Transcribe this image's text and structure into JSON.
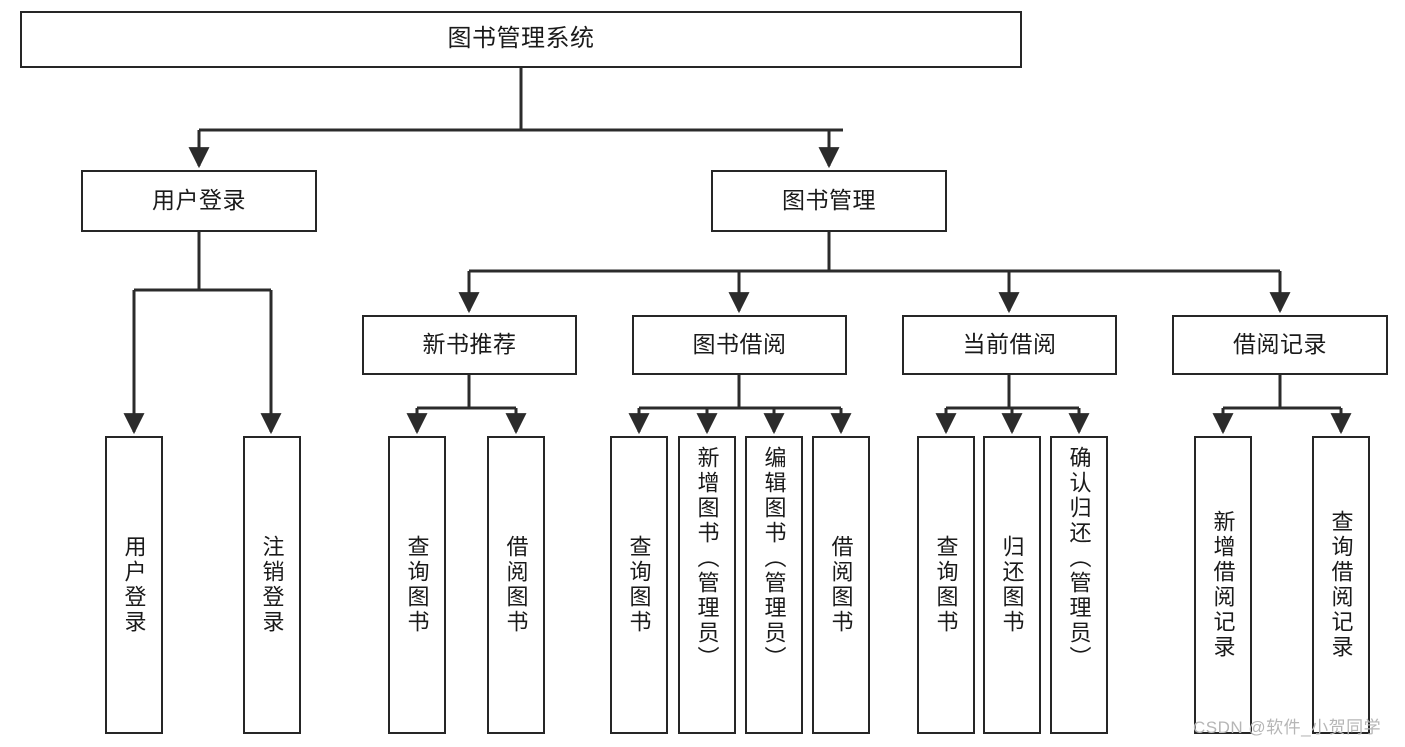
{
  "diagram": {
    "title": "图书管理系统",
    "watermark": "CSDN @软件_小贺同学",
    "colors": {
      "box_border": "#262626",
      "box_fill": "#ffffff",
      "edge": "#2b2b2b",
      "text": "#1a1a1a",
      "watermark": "#b6b6b6",
      "background": "#ffffff"
    },
    "levels": {
      "root": [
        "图书管理系统"
      ],
      "level2": [
        "用户登录",
        "图书管理"
      ],
      "level3": [
        "新书推荐",
        "图书借阅",
        "当前借阅",
        "借阅记录"
      ],
      "leaves": [
        "用户登录",
        "注销登录",
        "查询图书",
        "借阅图书",
        "查询图书",
        "新增图书（管理员）",
        "编辑图书（管理员）",
        "借阅图书",
        "查询图书",
        "归还图书",
        "确认归还（管理员）",
        "新增借阅记录",
        "查询借阅记录"
      ]
    },
    "nodes": {
      "root": {
        "label": "图书管理系统"
      },
      "user_login": {
        "label": "用户登录"
      },
      "book_manage": {
        "label": "图书管理"
      },
      "new_book_rec": {
        "label": "新书推荐"
      },
      "book_borrow": {
        "label": "图书借阅"
      },
      "current_borrow": {
        "label": "当前借阅"
      },
      "borrow_record": {
        "label": "借阅记录"
      },
      "leaf_user_login": {
        "label": "用户登录"
      },
      "leaf_logout": {
        "label": "注销登录"
      },
      "leaf_query_book_1": {
        "label": "查询图书"
      },
      "leaf_borrow_book_1": {
        "label": "借阅图书"
      },
      "leaf_query_book_2": {
        "label": "查询图书"
      },
      "leaf_add_book": {
        "label": "新增图书（管理员）"
      },
      "leaf_edit_book": {
        "label": "编辑图书（管理员）"
      },
      "leaf_borrow_book_2": {
        "label": "借阅图书"
      },
      "leaf_query_book_3": {
        "label": "查询图书"
      },
      "leaf_return_book": {
        "label": "归还图书"
      },
      "leaf_confirm_return": {
        "label": "确认归还（管理员）"
      },
      "leaf_add_record": {
        "label": "新增借阅记录"
      },
      "leaf_query_record": {
        "label": "查询借阅记录"
      }
    }
  }
}
